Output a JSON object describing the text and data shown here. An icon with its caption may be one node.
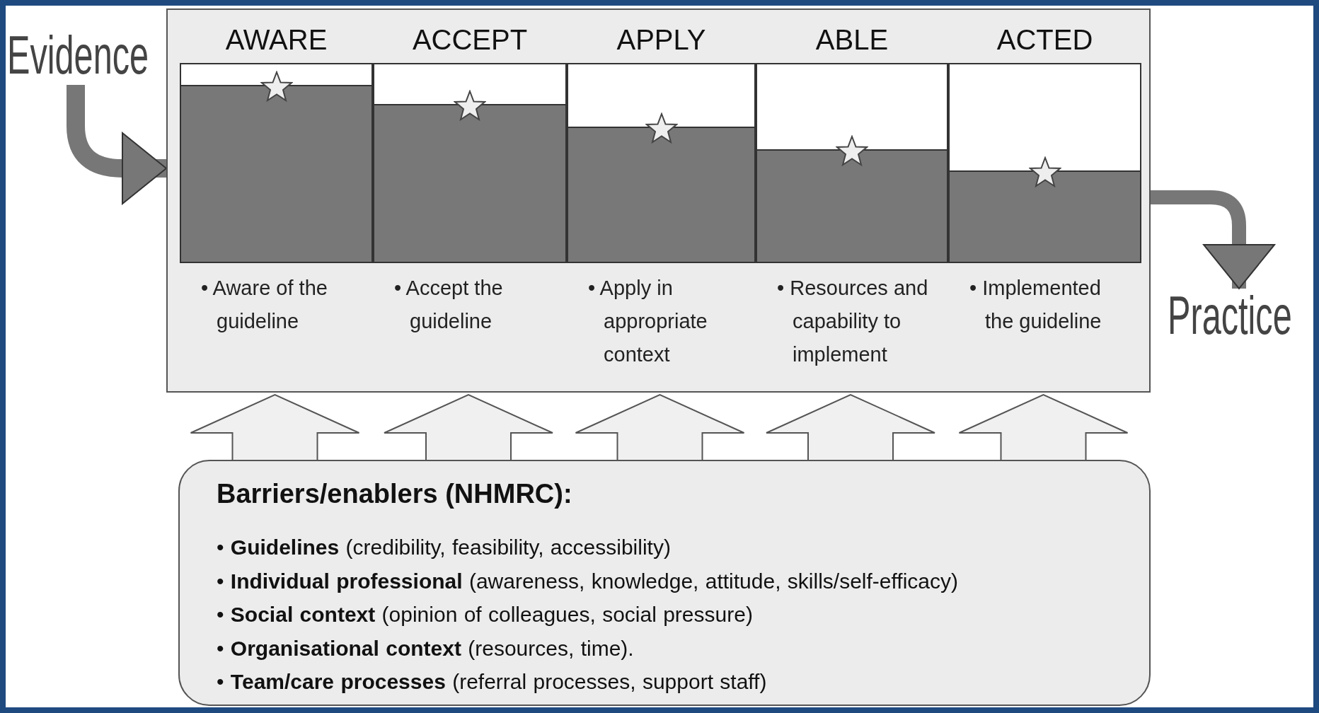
{
  "diagram": {
    "nodes": [
      {
        "text": [
          "Evidence"
        ]
      },
      {
        "text": [],
        "shape": "box"
      },
      {
        "text": [
          "AWARE",
          "• Aware of the guideline"
        ],
        "in": 1
      },
      {
        "text": [
          "ACCEPT",
          "• Accept the guideline"
        ],
        "in": 1
      },
      {
        "text": [
          "APPLY",
          "• Apply in appropriate context"
        ],
        "in": 1
      },
      {
        "text": [
          "ABLE",
          "• Resources and capability to implement"
        ],
        "in": 1
      },
      {
        "text": [
          "ACTED",
          "• Implemented the guideline"
        ],
        "in": 1
      },
      {
        "text": [
          "Practice"
        ]
      },
      {
        "text": [
          "Barriers/enablers (NHMRC):",
          "• **Guidelines** (credibility, feasibility, accessibility)",
          "• **Individual professional** (awareness, knowledge, attitude, skills/self-efficacy)",
          "• **Social context** (opinion of colleagues, social pressure)",
          "• **Organisational context** (resources, time).",
          "• **Team/care processes** (referral processes, support staff)"
        ]
      }
    ],
    "edges": [
      {
        "from": 0,
        "to": 1,
        "arrow": "to"
      },
      {
        "from": 6,
        "to": 7,
        "arrow": "to"
      },
      {
        "from": 8,
        "to": 2,
        "arrow": "to"
      },
      {
        "from": 8,
        "to": 3,
        "arrow": "to"
      },
      {
        "from": 8,
        "to": 4,
        "arrow": "to"
      },
      {
        "from": 8,
        "to": 5,
        "arrow": "to"
      },
      {
        "from": 8,
        "to": 6,
        "arrow": "to"
      }
    ]
  }
}
